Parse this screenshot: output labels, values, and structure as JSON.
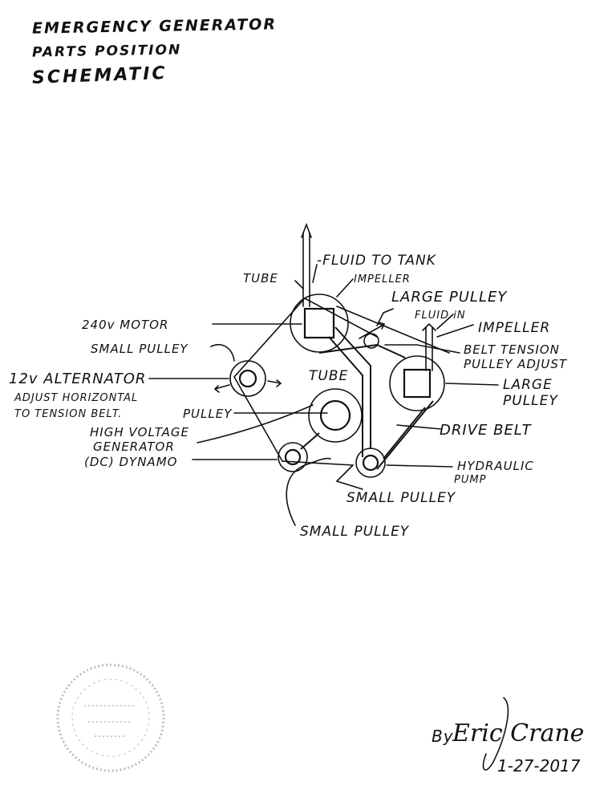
{
  "title": {
    "line1": "EMERGENCY GENERATOR",
    "line2": "PARTS POSITION",
    "line3": "SCHEMATIC"
  },
  "labels": {
    "fluid_to_tank": "-FLUID TO TANK",
    "tube_top": "TUBE",
    "impeller_top": "IMPELLER",
    "large_pulley_top": "LARGE PULLEY",
    "fluid_in": "FLUID iN",
    "impeller_right": "IMPELLER",
    "belt_tension_1": "BELT TENSION",
    "belt_tension_2": "PULLEY ADJUST",
    "large_pulley_right_1": "LARGE",
    "large_pulley_right_2": "PULLEY",
    "drive_belt": "DRIVE BELT",
    "hydraulic_1": "HYDRAULIC",
    "hydraulic_2": "PUMP",
    "small_pulley_bottom_1": "SMALL PULLEY",
    "small_pulley_bottom_2": "SMALL PULLEY",
    "motor_240v": "240v MOTOR",
    "small_pulley_left": "SMALL PULLEY",
    "alternator_12v": "12v ALTERNATOR",
    "adjust_1": "ADJUST HORIZONTAL",
    "adjust_2": "TO TENSION BELT.",
    "pulley": "PULLEY",
    "hv_1": "HIGH VOLTAGE",
    "hv_2": "GENERATOR",
    "hv_3": "(DC) DYNAMO",
    "tube_center": "TUBE"
  },
  "signature": {
    "by": "By",
    "name": "Eric Crane",
    "date": "1-27-2017"
  }
}
